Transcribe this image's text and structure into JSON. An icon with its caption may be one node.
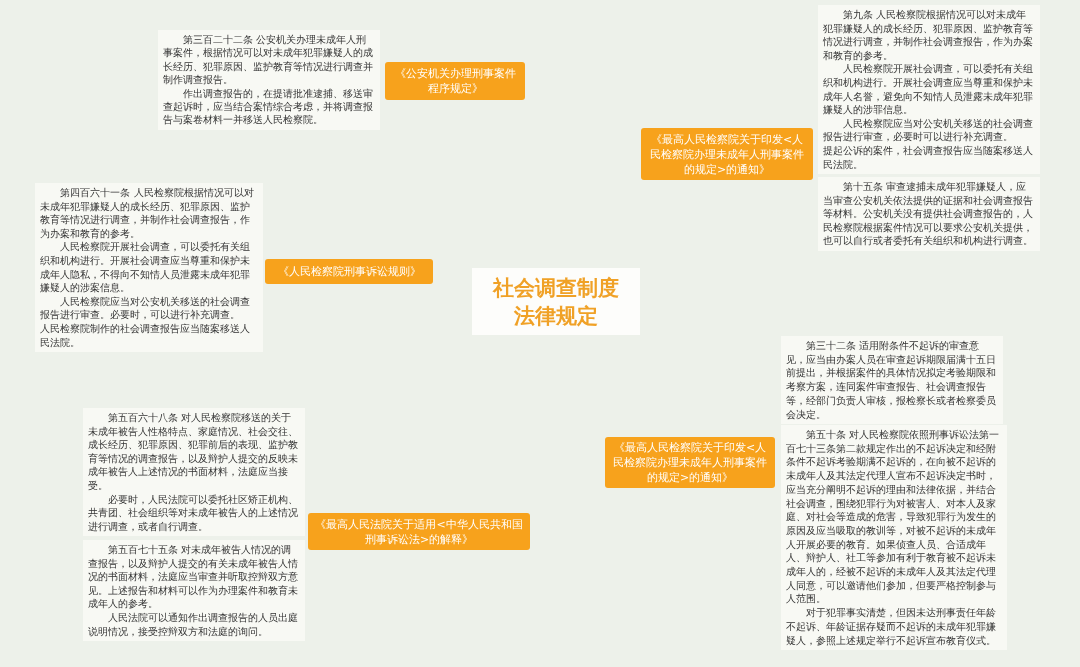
{
  "diagram": {
    "nodes": [
      {
        "text": [
          "社会调查制度法律规定"
        ]
      },
      {
        "text": [
          "《公安机关办理刑事案件程序规定》"
        ]
      },
      {
        "text": [
          "第三百二十二条 公安机关办理未成年人刑事案件，根据情况可以对未成年犯罪嫌疑人的成长经历、犯罪原因、监护教育等情况进行调查并制作调查报告。",
          "作出调查报告的，在提请批准逮捕、移送审查起诉时，应当结合案情综合考虑，并将调查报告与案卷材料一并移送人民检察院。"
        ]
      },
      {
        "text": [
          "《最高人民检察院关于印发<人民检察院办理未成年人刑事案件的规定>的通知》"
        ]
      },
      {
        "text": [
          "第九条 人民检察院根据情况可以对未成年犯罪嫌疑人的成长经历、犯罪原因、监护教育等情况进行调查，并制作社会调查报告，作为办案和教育的参考。",
          "人民检察院开展社会调查，可以委托有关组织和机构进行。开展社会调查应当尊重和保护未成年人名誉，避免向不知情人员泄露未成年犯罪嫌疑人的涉罪信息。",
          "人民检察院应当对公安机关移送的社会调查报告进行审查，必要时可以进行补充调查。",
          "提起公诉的案件，社会调查报告应当随案移送人民法院。"
        ]
      },
      {
        "text": [
          "第十五条 审查逮捕未成年犯罪嫌疑人，应当审查公安机关依法提供的证据和社会调查报告等材料。公安机关没有提供社会调查报告的，人民检察院根据案件情况可以要求公安机关提供，也可以自行或者委托有关组织和机构进行调查。"
        ]
      },
      {
        "text": [
          "《人民检察院刑事诉讼规则》"
        ]
      },
      {
        "text": [
          "第四百六十一条 人民检察院根据情况可以对未成年犯罪嫌疑人的成长经历、犯罪原因、监护教育等情况进行调查，并制作社会调查报告，作为办案和教育的参考。",
          "人民检察院开展社会调查，可以委托有关组织和机构进行。开展社会调查应当尊重和保护未成年人隐私，不得向不知情人员泄露未成年犯罪嫌疑人的涉案信息。",
          "人民检察院应当对公安机关移送的社会调查报告进行审查。必要时，可以进行补充调查。",
          "人民检察院制作的社会调查报告应当随案移送人民法院。"
        ]
      },
      {
        "text": [
          "《最高人民法院关于适用<中华人民共和国刑事诉讼法>的解释》"
        ]
      },
      {
        "text": [
          "第五百六十八条 对人民检察院移送的关于未成年被告人性格特点、家庭情况、社会交往、成长经历、犯罪原因、犯罪前后的表现、监护教育等情况的调查报告，以及辩护人提交的反映未成年被告人上述情况的书面材料，法庭应当接受。",
          "必要时，人民法院可以委托社区矫正机构、共青团、社会组织等对未成年被告人的上述情况进行调查，或者自行调查。"
        ]
      },
      {
        "text": [
          "第五百七十五条 对未成年被告人情况的调查报告，以及辩护人提交的有关未成年被告人情况的书面材料，法庭应当审查并听取控辩双方意见。上述报告和材料可以作为办理案件和教育未成年人的参考。",
          "人民法院可以通知作出调查报告的人员出庭说明情况，接受控辩双方和法庭的询问。"
        ]
      },
      {
        "text": [
          "《最高人民检察院关于印发<人民检察院办理未成年人刑事案件的规定>的通知》"
        ]
      },
      {
        "text": [
          "第三十二条 适用附条件不起诉的审查意见，应当由办案人员在审查起诉期限届满十五日前提出，并根据案件的具体情况拟定考验期限和考察方案，连同案件审查报告、社会调查报告等，经部门负责人审核，报检察长或者检察委员会决定。"
        ]
      },
      {
        "text": [
          "第五十条 对人民检察院依照刑事诉讼法第一百七十三条第二款规定作出的不起诉决定和经附条件不起诉考验期满不起诉的，在向被不起诉的未成年人及其法定代理人宣布不起诉决定书时，应当充分阐明不起诉的理由和法律依据，并结合社会调查，围绕犯罪行为对被害人、对本人及家庭、对社会等造成的危害，导致犯罪行为发生的原因及应当吸取的教训等，对被不起诉的未成年人开展必要的教育。如果侦查人员、合适成年人、辩护人、社工等参加有利于教育被不起诉未成年人的，经被不起诉的未成年人及其法定代理人同意，可以邀请他们参加，但要严格控制参与人范围。",
          "对于犯罪事实清楚，但因未达刑事责任年龄不起诉、年龄证据存疑而不起诉的未成年犯罪嫌疑人，参照上述规定举行不起诉宣布教育仪式。"
        ]
      }
    ]
  }
}
